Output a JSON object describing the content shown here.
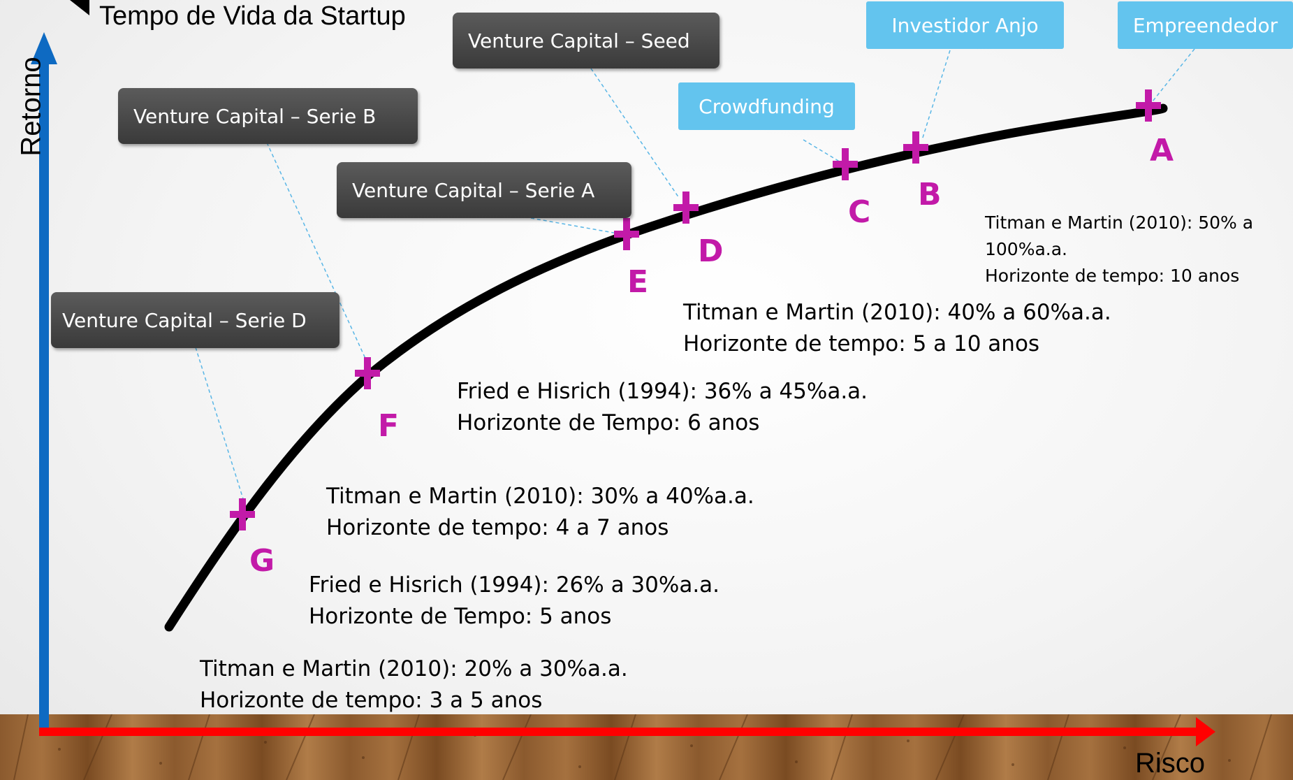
{
  "title": "Tempo de Vida da Startup",
  "axes": {
    "y_label": "Retorno",
    "x_label": "Risco"
  },
  "colors": {
    "y_axis": "#0e6ac2",
    "x_axis": "#ff0000",
    "curve": "#000000",
    "marker": "#c21aa8",
    "dark_box": "#4a4a4a",
    "light_box": "#63c4ee",
    "leader_line": "#59b6e6"
  },
  "investor_boxes": [
    {
      "id": "seed",
      "label": "Venture Capital – Seed"
    },
    {
      "id": "serie-b",
      "label": "Venture Capital – Serie B"
    },
    {
      "id": "serie-a",
      "label": "Venture Capital – Serie A"
    },
    {
      "id": "serie-d",
      "label": "Venture Capital – Serie D"
    },
    {
      "id": "crowdfunding",
      "label": "Crowdfunding"
    },
    {
      "id": "anjo",
      "label": "Investidor Anjo"
    },
    {
      "id": "empreendedor",
      "label": "Empreendedor"
    }
  ],
  "points": [
    "A",
    "B",
    "C",
    "D",
    "E",
    "F",
    "G"
  ],
  "notes": [
    {
      "id": "a",
      "lines": [
        "Titman e Martin (2010): 50% a",
        "100%a.a.",
        "Horizonte de tempo: 10 anos"
      ]
    },
    {
      "id": "de",
      "lines": [
        "Titman e Martin (2010): 40% a 60%a.a.",
        "Horizonte de tempo: 5 a 10 anos"
      ]
    },
    {
      "id": "f-fried",
      "lines": [
        "Fried e Hisrich (1994): 36% a 45%a.a.",
        "Horizonte de Tempo: 6 anos"
      ]
    },
    {
      "id": "f-titman",
      "lines": [
        "Titman e Martin (2010): 30% a 40%a.a.",
        "Horizonte de tempo: 4 a 7 anos"
      ]
    },
    {
      "id": "g-fried",
      "lines": [
        "Fried e Hisrich (1994): 26% a 30%a.a.",
        "Horizonte de Tempo: 5 anos"
      ]
    },
    {
      "id": "g-titman",
      "lines": [
        "Titman e Martin (2010): 20% a 30%a.a.",
        "Horizonte de tempo: 3 a 5 anos"
      ]
    }
  ]
}
